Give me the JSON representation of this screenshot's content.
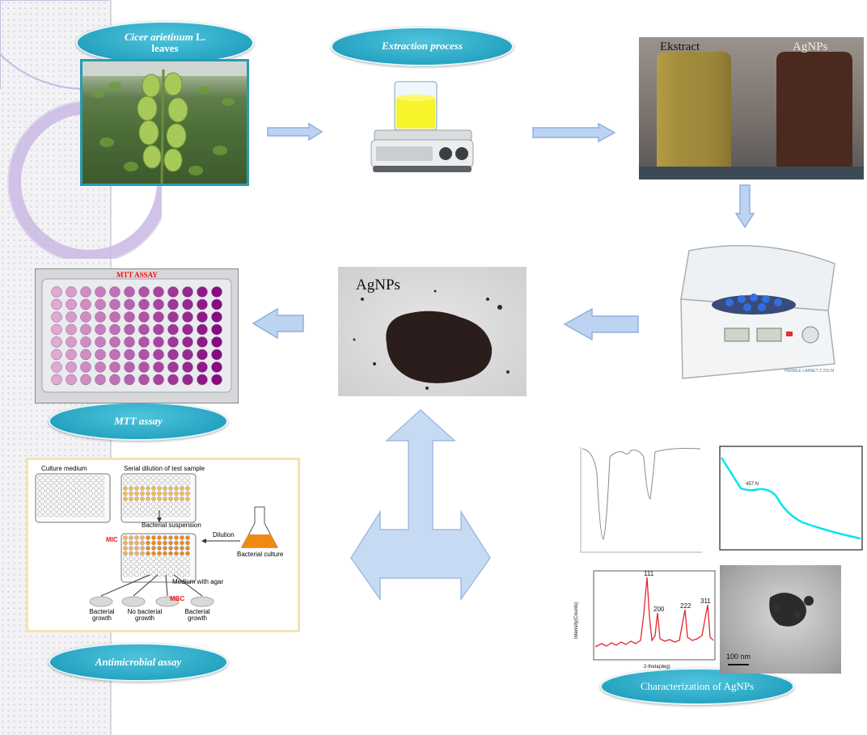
{
  "labels": {
    "leaves_title_italic": "Cicer arietinum",
    "leaves_title_rest": " L.",
    "leaves_sub": "leaves",
    "extraction": "Extraction process",
    "mtt_pill": "MTT assay",
    "antimicrobial_pill": "Antimicrobial assay",
    "characterization_pill": "Characterization of AgNPs"
  },
  "tubes": {
    "left": "Ekstract",
    "right": "AgNPs"
  },
  "powder_label": "AgNPs",
  "mtt_plate_title": "MTT ASSAY",
  "antimicrobial": {
    "culture_medium": "Culture medium",
    "serial_dilution": "Serial dilution of test sample",
    "bacterial_suspension": "Bacterial suspension",
    "dilution": "Dilution",
    "mic": "MIC",
    "bacterial_culture": "Bacterial culture",
    "medium_with_agar": "Medium with agar",
    "mbc": "MBC",
    "growth_left": "Bacterial\ngrowth",
    "no_growth": "No bacterial\ngrowth",
    "growth_right": "Bacterial\ngrowth"
  },
  "centrifuge_brand": "HERMLE LABNET Z 216 M",
  "xrd": {
    "ylabel": "Intensity(Counts)",
    "xlabel": "2-theta(deg)",
    "peaks": [
      "111",
      "200",
      "222",
      "311"
    ]
  },
  "uvvis": {
    "peak_label": "457 N"
  },
  "tem": {
    "scale_label": "100 nm"
  },
  "colors": {
    "pill": "#27a4c2",
    "arrow_fill": "#bcd3f2",
    "arrow_stroke": "#8fb1dc",
    "uv_curve": "#00e5ee",
    "xrd_curve": "#e4262c",
    "mic_red": "#e02020"
  }
}
